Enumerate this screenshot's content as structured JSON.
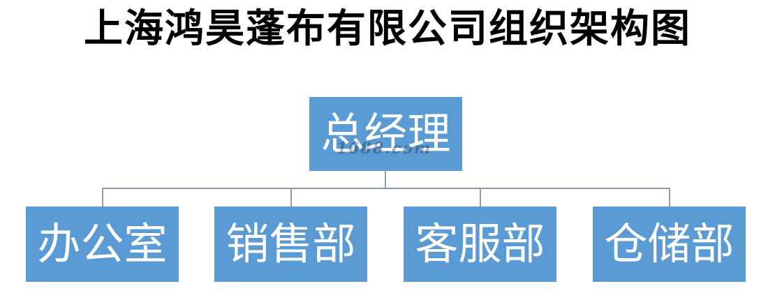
{
  "title": "上海鸿昊蓬布有限公司组织架构图",
  "root": {
    "label": "总经理"
  },
  "children": [
    {
      "label": "办公室"
    },
    {
      "label": "销售部"
    },
    {
      "label": "客服部"
    },
    {
      "label": "仓储部"
    }
  ],
  "watermark": "1688.com",
  "colors": {
    "box": "#5b9bd5",
    "box_text": "#ffffff",
    "connector": "#8c9ba9",
    "title": "#000000"
  }
}
